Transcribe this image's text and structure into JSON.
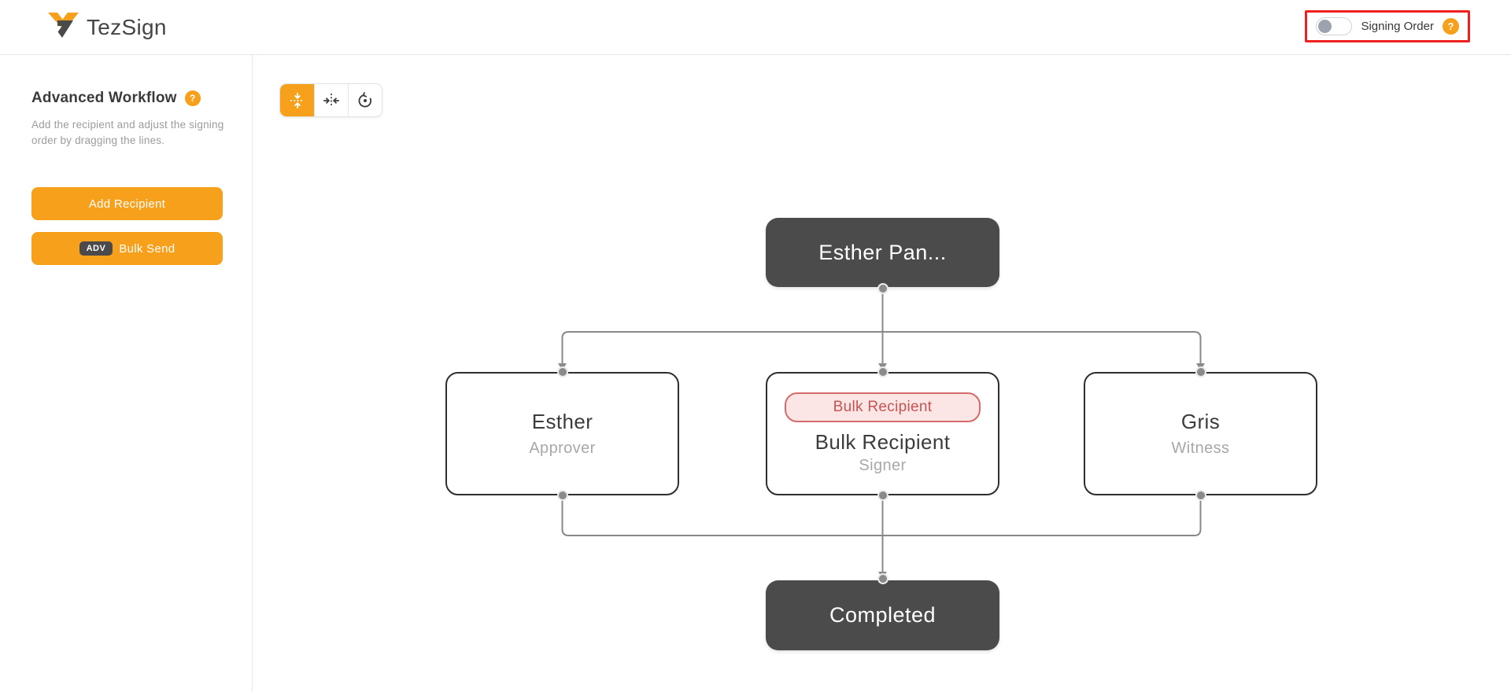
{
  "header": {
    "brand": "TezSign",
    "signing_order": {
      "label": "Signing Order",
      "toggle_state": "off",
      "help_icon": "?"
    }
  },
  "sidebar": {
    "title": "Advanced Workflow",
    "help_icon": "?",
    "description": "Add the recipient and adjust the signing order by dragging the lines.",
    "buttons": [
      {
        "label": "Add Recipient"
      },
      {
        "badge": "ADV",
        "label": "Bulk Send"
      }
    ]
  },
  "toolbar": {
    "buttons": [
      {
        "icon": "collapse-vertical-icon",
        "active": true
      },
      {
        "icon": "collapse-horizontal-icon",
        "active": false
      },
      {
        "icon": "reset-view-icon",
        "active": false
      }
    ]
  },
  "diagram": {
    "start_node": {
      "label": "Esther Pan..."
    },
    "recipients": [
      {
        "name": "Esther",
        "role": "Approver"
      },
      {
        "badge": "Bulk Recipient",
        "name": "Bulk Recipient",
        "role": "Signer"
      },
      {
        "name": "Gris",
        "role": "Witness"
      }
    ],
    "end_node": {
      "label": "Completed"
    }
  },
  "colors": {
    "accent_orange": "#f6a01b",
    "highlight_red": "#ee2020",
    "node_dark": "#4b4b4b",
    "edge_gray": "#888888",
    "badge_bg": "#fbe5e5",
    "badge_border": "#d66a6a",
    "badge_text": "#c75454"
  }
}
